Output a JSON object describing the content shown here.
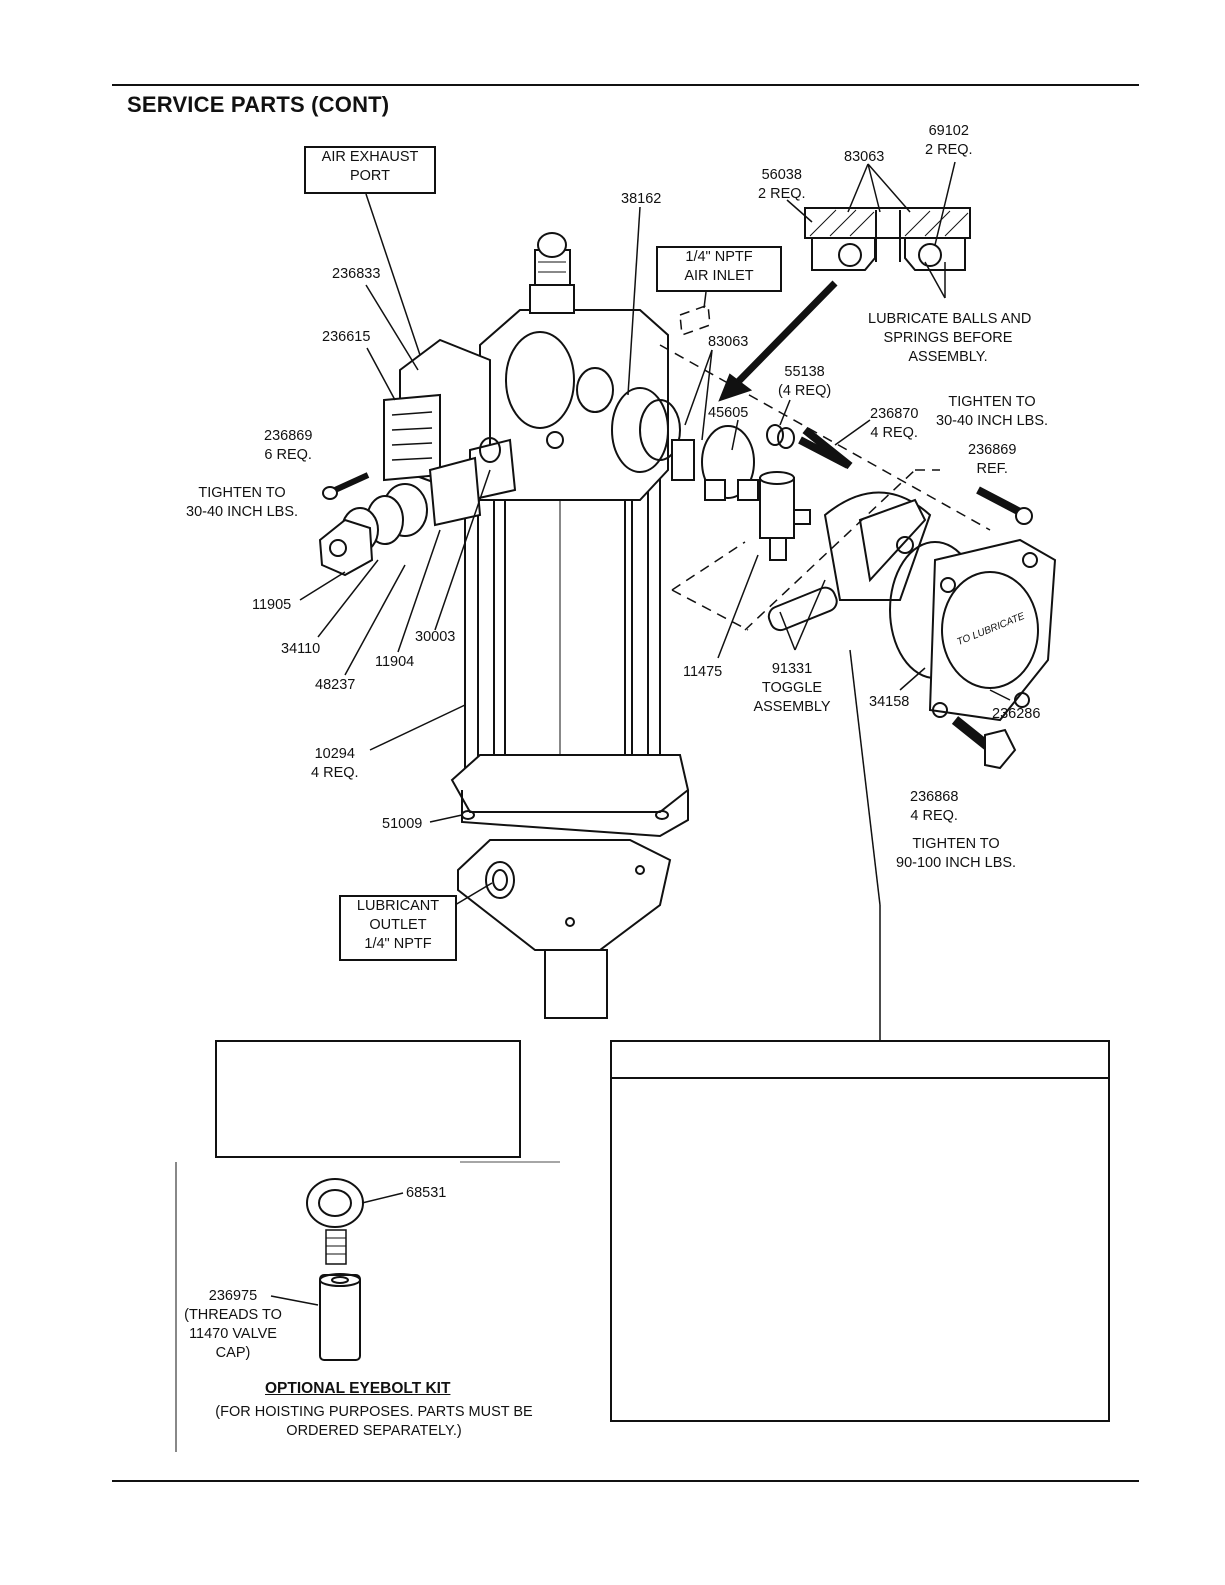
{
  "header": {
    "title": "SERVICE PARTS (CONT)"
  },
  "callouts": {
    "air_exhaust": [
      "AIR EXHAUST",
      "PORT"
    ],
    "air_inlet": [
      "1/4\" NPTF",
      "AIR INLET"
    ],
    "lubricant_outlet": [
      "LUBRICANT",
      "OUTLET",
      "1/4\" NPTF"
    ]
  },
  "labels": {
    "p69102": [
      "69102",
      "2 REQ."
    ],
    "p83063_top": [
      "83063"
    ],
    "p56038": [
      "56038",
      "2 REQ."
    ],
    "p38162": [
      "38162"
    ],
    "p236833": [
      "236833"
    ],
    "p236615": [
      "236615"
    ],
    "p83063_mid": [
      "83063"
    ],
    "lubricate": [
      "LUBRICATE BALLS AND",
      "SPRINGS BEFORE",
      "ASSEMBLY."
    ],
    "p55138": [
      "55138",
      "(4 REQ)"
    ],
    "tighten_30_right": [
      "TIGHTEN TO",
      "30-40 INCH LBS."
    ],
    "p45605": [
      "45605"
    ],
    "p236870": [
      "236870",
      "4 REQ."
    ],
    "p236869_ref": [
      "236869",
      "REF."
    ],
    "p236869_6": [
      "236869",
      "6 REQ."
    ],
    "tighten_30_left": [
      "TIGHTEN TO",
      "30-40 INCH LBS."
    ],
    "p11905": [
      "11905"
    ],
    "p34110": [
      "34110"
    ],
    "p30003": [
      "30003"
    ],
    "p11904": [
      "11904"
    ],
    "p48237": [
      "48237"
    ],
    "p11475": [
      "11475"
    ],
    "p91331": [
      "91331",
      "TOGGLE",
      "ASSEMBLY"
    ],
    "p34158": [
      "34158"
    ],
    "p236286": [
      "236286"
    ],
    "p10294": [
      "10294",
      "4 REQ."
    ],
    "p236868": [
      "236868",
      "4 REQ."
    ],
    "tighten_90": [
      "TIGHTEN TO",
      "90-100 INCH LBS."
    ],
    "p51009": [
      "51009"
    ],
    "p68531": [
      "68531"
    ],
    "p236975": [
      "236975",
      "(THREADS TO",
      "11470 VALVE",
      "CAP)"
    ],
    "cover_text": "TO LUBRICATE"
  },
  "eyebolt_kit": {
    "title": "OPTIONAL EYEBOLT KIT",
    "note": [
      "(FOR HOISTING PURPOSES.  PARTS MUST BE",
      "ORDERED SEPARATELY.)"
    ]
  }
}
